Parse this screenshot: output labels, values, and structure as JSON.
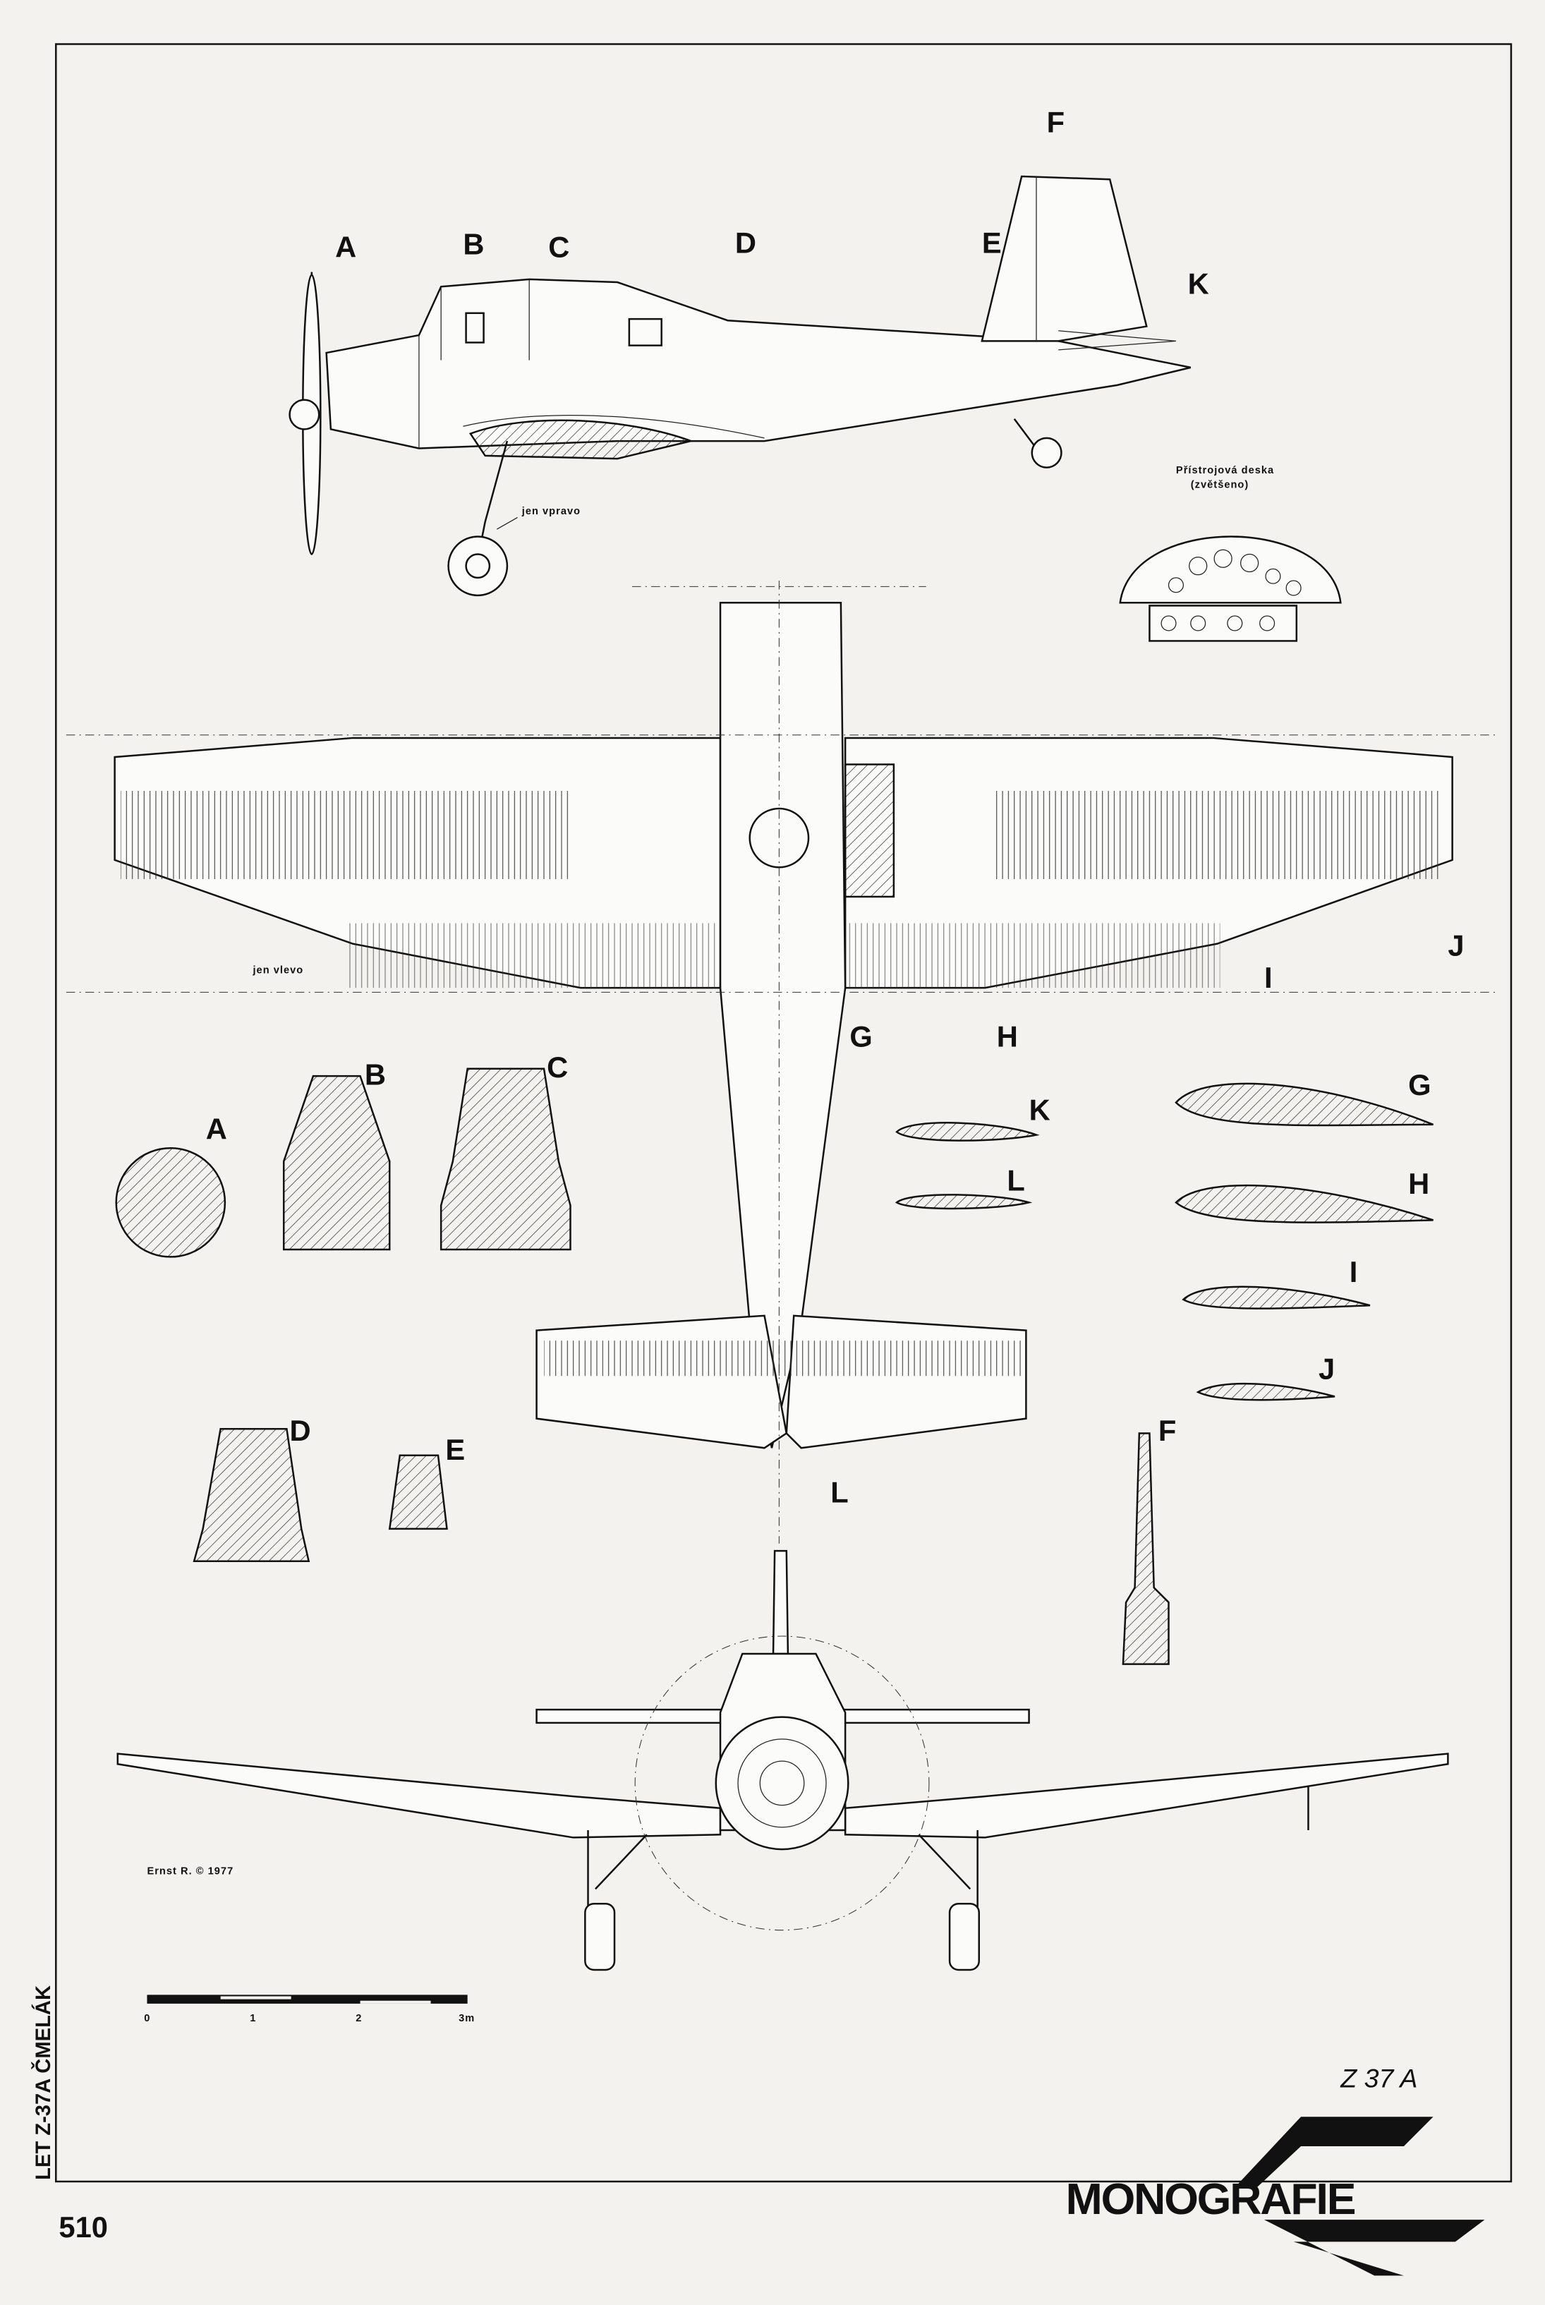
{
  "sheet": {
    "side_title": "LET Z-37A ČMELÁK",
    "page_number": "510",
    "model": "Z 37 A",
    "brand": "MONOGRAFIE",
    "credit": "Ernst R. © 1977"
  },
  "side_view": {
    "station_labels": [
      "A",
      "B",
      "C",
      "D",
      "E",
      "F",
      "K"
    ],
    "note_right_only": "jen vpravo"
  },
  "instrument_panel": {
    "title": "Přístrojová deska",
    "subtitle": "(zvětšeno)"
  },
  "top_view": {
    "station_labels": [
      "G",
      "H",
      "I",
      "J",
      "L"
    ],
    "note_left_only": "jen vlevo"
  },
  "sections": {
    "fuselage": [
      "A",
      "B",
      "C",
      "D",
      "E"
    ],
    "fin": "F",
    "airfoils": [
      "K",
      "L",
      "G",
      "H",
      "I",
      "J"
    ]
  },
  "scale_bar": {
    "ticks": [
      "0",
      "1",
      "2",
      "3m"
    ]
  }
}
